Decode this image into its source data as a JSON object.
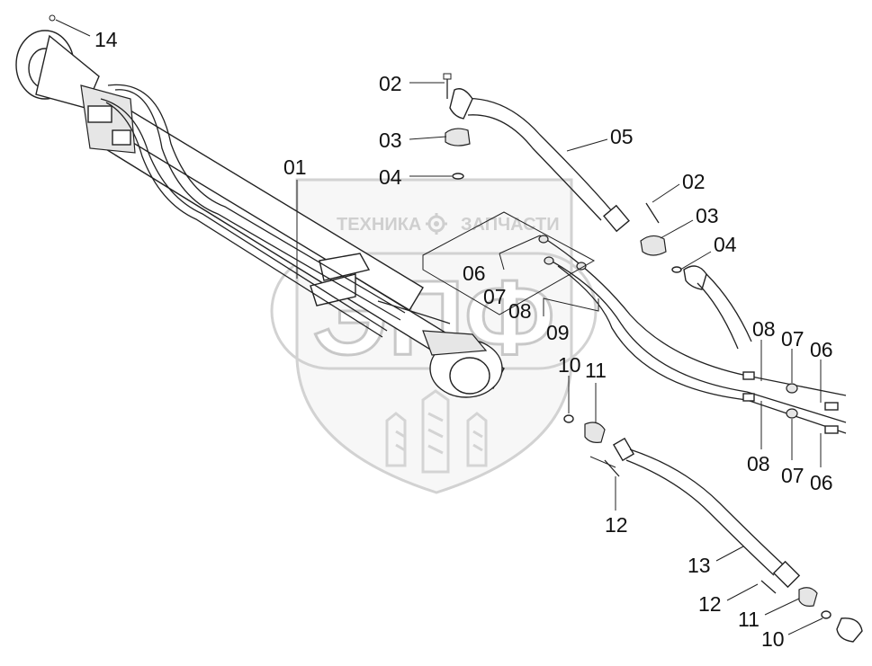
{
  "watermark": {
    "top_left": "ТЕХНИКА",
    "top_right": "ЗАПЧАСТИ",
    "letters": "ЭПФ",
    "gear_icon": "gear-icon"
  },
  "callouts": [
    {
      "id": "c14",
      "label": "14"
    },
    {
      "id": "c02a",
      "label": "02"
    },
    {
      "id": "c03a",
      "label": "03"
    },
    {
      "id": "c04a",
      "label": "04"
    },
    {
      "id": "c01",
      "label": "01"
    },
    {
      "id": "c05",
      "label": "05"
    },
    {
      "id": "c02b",
      "label": "02"
    },
    {
      "id": "c03b",
      "label": "03"
    },
    {
      "id": "c04b",
      "label": "04"
    },
    {
      "id": "c06a",
      "label": "06"
    },
    {
      "id": "c07a",
      "label": "07"
    },
    {
      "id": "c08a",
      "label": "08"
    },
    {
      "id": "c09",
      "label": "09"
    },
    {
      "id": "c08b",
      "label": "08"
    },
    {
      "id": "c07b",
      "label": "07"
    },
    {
      "id": "c06b",
      "label": "06"
    },
    {
      "id": "c10a",
      "label": "10"
    },
    {
      "id": "c11a",
      "label": "11"
    },
    {
      "id": "c08c",
      "label": "08"
    },
    {
      "id": "c07c",
      "label": "07"
    },
    {
      "id": "c06c",
      "label": "06"
    },
    {
      "id": "c12a",
      "label": "12"
    },
    {
      "id": "c13",
      "label": "13"
    },
    {
      "id": "c12b",
      "label": "12"
    },
    {
      "id": "c11b",
      "label": "11"
    },
    {
      "id": "c10b",
      "label": "10"
    }
  ]
}
